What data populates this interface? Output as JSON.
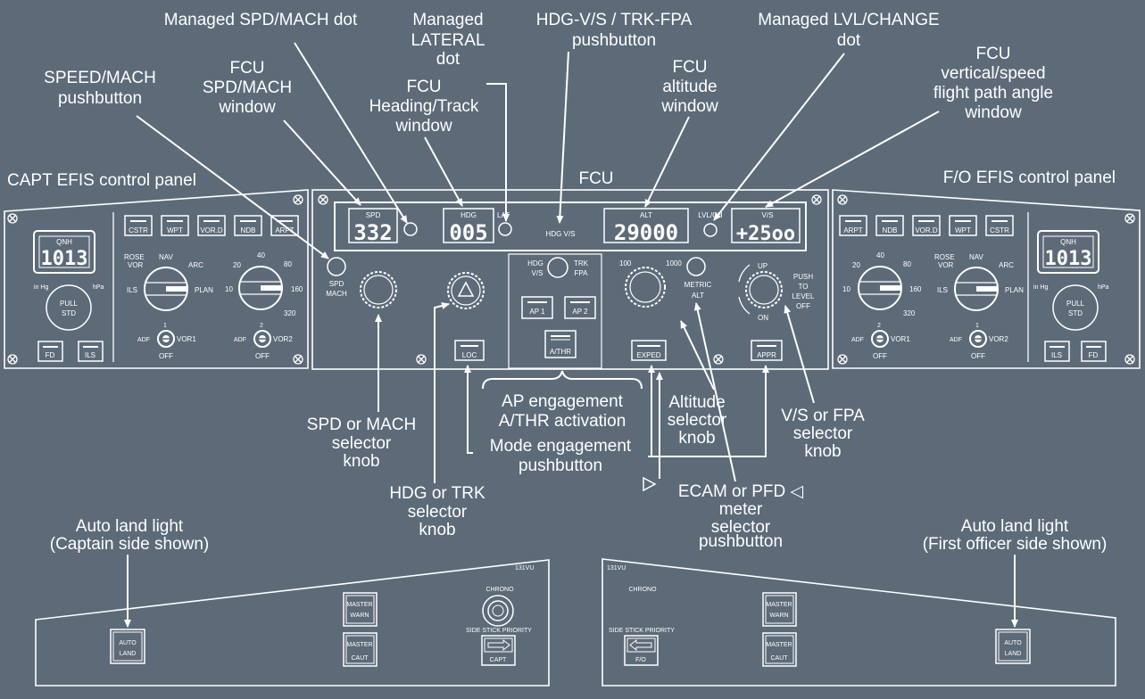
{
  "colors": {
    "background": "#5d6a78",
    "lines": "#ffffff"
  },
  "callouts": {
    "managed_spd": "Managed SPD/MACH dot",
    "managed_lat_1": "Managed",
    "managed_lat_2": "LATERAL",
    "managed_lat_3": "dot",
    "hdg_vs_1": "HDG-V/S / TRK-FPA",
    "hdg_vs_2": "pushbutton",
    "managed_lvl_1": "Managed LVL/CHANGE",
    "managed_lvl_2": "dot",
    "speed_mach_1": "SPEED/MACH",
    "speed_mach_2": "pushbutton",
    "fcu_spd_1": "FCU",
    "fcu_spd_2": "SPD/MACH",
    "fcu_spd_3": "window",
    "fcu_hdg_1": "FCU",
    "fcu_hdg_2": "Heading/Track",
    "fcu_hdg_3": "window",
    "fcu_alt_1": "FCU",
    "fcu_alt_2": "altitude",
    "fcu_alt_3": "window",
    "fcu_vs_1": "FCU",
    "fcu_vs_2": "vertical/speed",
    "fcu_vs_3": "flight path angle",
    "fcu_vs_4": "window",
    "fcu": "FCU",
    "capt_efis": "CAPT EFIS control panel",
    "fo_efis": "F/O EFIS control panel",
    "ap_1": "AP engagement",
    "ap_2": "A/THR activation",
    "alt_sel_1": "Altitude",
    "alt_sel_2": "selector",
    "alt_sel_3": "knob",
    "vs_sel_1": "V/S or FPA",
    "vs_sel_2": "selector",
    "vs_sel_3": "knob",
    "spd_sel_1": "SPD or MACH",
    "spd_sel_2": "selector",
    "spd_sel_3": "knob",
    "mode_1": "Mode engagement",
    "mode_2": "pushbutton",
    "hdg_sel_1": "HDG or TRK",
    "hdg_sel_2": "selector",
    "hdg_sel_3": "knob",
    "ecam_1": "ECAM or PFD ◁",
    "ecam_2": "meter",
    "ecam_3": "selector",
    "ecam_4": "pushbutton",
    "autoland_l_1": "Auto land light",
    "autoland_l_2": "(Captain side shown)",
    "autoland_r_1": "Auto land light",
    "autoland_r_2": "(First officer side shown)"
  },
  "fcu_panel": {
    "spd_label": "SPD",
    "spd_value": "332",
    "hdg_label": "HDG",
    "hdg_value": "005",
    "lat_label": "LAT",
    "hdg_vs_label": "HDG V/S",
    "alt_label": "ALT",
    "alt_value": "29000",
    "lvlch_label": "LVL/CH",
    "vs_label": "V/S",
    "vs_value": "+25oo",
    "spd_mach_btn_1": "SPD",
    "spd_mach_btn_2": "MACH",
    "loc_btn": "LOC",
    "ap1_btn": "AP 1",
    "ap2_btn": "AP 2",
    "athr_btn": "A/THR",
    "hdg_trk_1": "HDG",
    "hdg_trk_2": "V/S",
    "hdg_trk_3": "TRK",
    "hdg_trk_4": "FPA",
    "alt_100": "100",
    "alt_1000": "1000",
    "metric_1": "METRIC",
    "metric_2": "ALT",
    "expedite_btn": "EXPED",
    "up": "UP",
    "on": "ON",
    "push_1": "PUSH",
    "push_2": "TO",
    "push_3": "LEVEL",
    "push_4": "OFF",
    "appr_btn": "APPR"
  },
  "capt_efis": {
    "buttons": [
      "CSTR",
      "WPT",
      "VOR.D",
      "NDB",
      "ARPT"
    ],
    "qnh_label": "QNH",
    "qnh_value": "1013",
    "inhg": "in Hg",
    "hpa": "hPa",
    "pull_1": "PULL",
    "pull_2": "STD",
    "fd": "FD",
    "ils": "ILS",
    "mode_labels": {
      "rose": "ROSE",
      "vor": "VOR",
      "nav": "NAV",
      "arc": "ARC",
      "ils": "ILS",
      "plan": "PLAN"
    },
    "range_labels": [
      "10",
      "20",
      "40",
      "80",
      "160",
      "320"
    ],
    "sw1_num": "1",
    "sw1_adf": "ADF",
    "sw1_vor": "VOR1",
    "sw1_off": "OFF",
    "sw2_num": "2",
    "sw2_adf": "ADF",
    "sw2_vor": "VOR2",
    "sw2_off": "OFF"
  },
  "fo_efis": {
    "buttons": [
      "ARPT",
      "NDB",
      "VOR.D",
      "WPT",
      "CSTR"
    ],
    "qnh_label": "QNH",
    "qnh_value": "1013",
    "inhg": "in Hg",
    "hpa": "hPa",
    "pull_1": "PULL",
    "pull_2": "STD",
    "fd": "FD",
    "ils": "ILS",
    "mode_labels": {
      "rose": "ROSE",
      "vor": "VOR",
      "nav": "NAV",
      "arc": "ARC",
      "ils": "ILS",
      "plan": "PLAN"
    },
    "range_labels": [
      "10",
      "20",
      "40",
      "80",
      "160",
      "320"
    ],
    "sw2_num": "2",
    "sw2_adf": "ADF",
    "sw2_vor": "VOR1",
    "sw2_off": "OFF",
    "sw1_num": "1",
    "sw1_adf": "ADF",
    "sw1_vor": "VOR2",
    "sw1_off": "OFF"
  },
  "bottom_left": {
    "code": "131VU",
    "auto_1": "AUTO",
    "auto_2": "LAND",
    "master_warn_1": "MASTER",
    "master_warn_2": "WARN",
    "master_caut_1": "MASTER",
    "master_caut_2": "CAUT",
    "chrono": "CHRONO",
    "ssp": "SIDE STICK PRIORITY",
    "capt": "CAPT"
  },
  "bottom_right": {
    "code": "131VU",
    "chrono": "CHRONO",
    "ssp": "SIDE STICK PRIORITY",
    "fo": "F/O",
    "master_warn_1": "MASTER",
    "master_warn_2": "WARN",
    "master_caut_1": "MASTER",
    "master_caut_2": "CAUT",
    "auto_1": "AUTO",
    "auto_2": "LAND"
  }
}
